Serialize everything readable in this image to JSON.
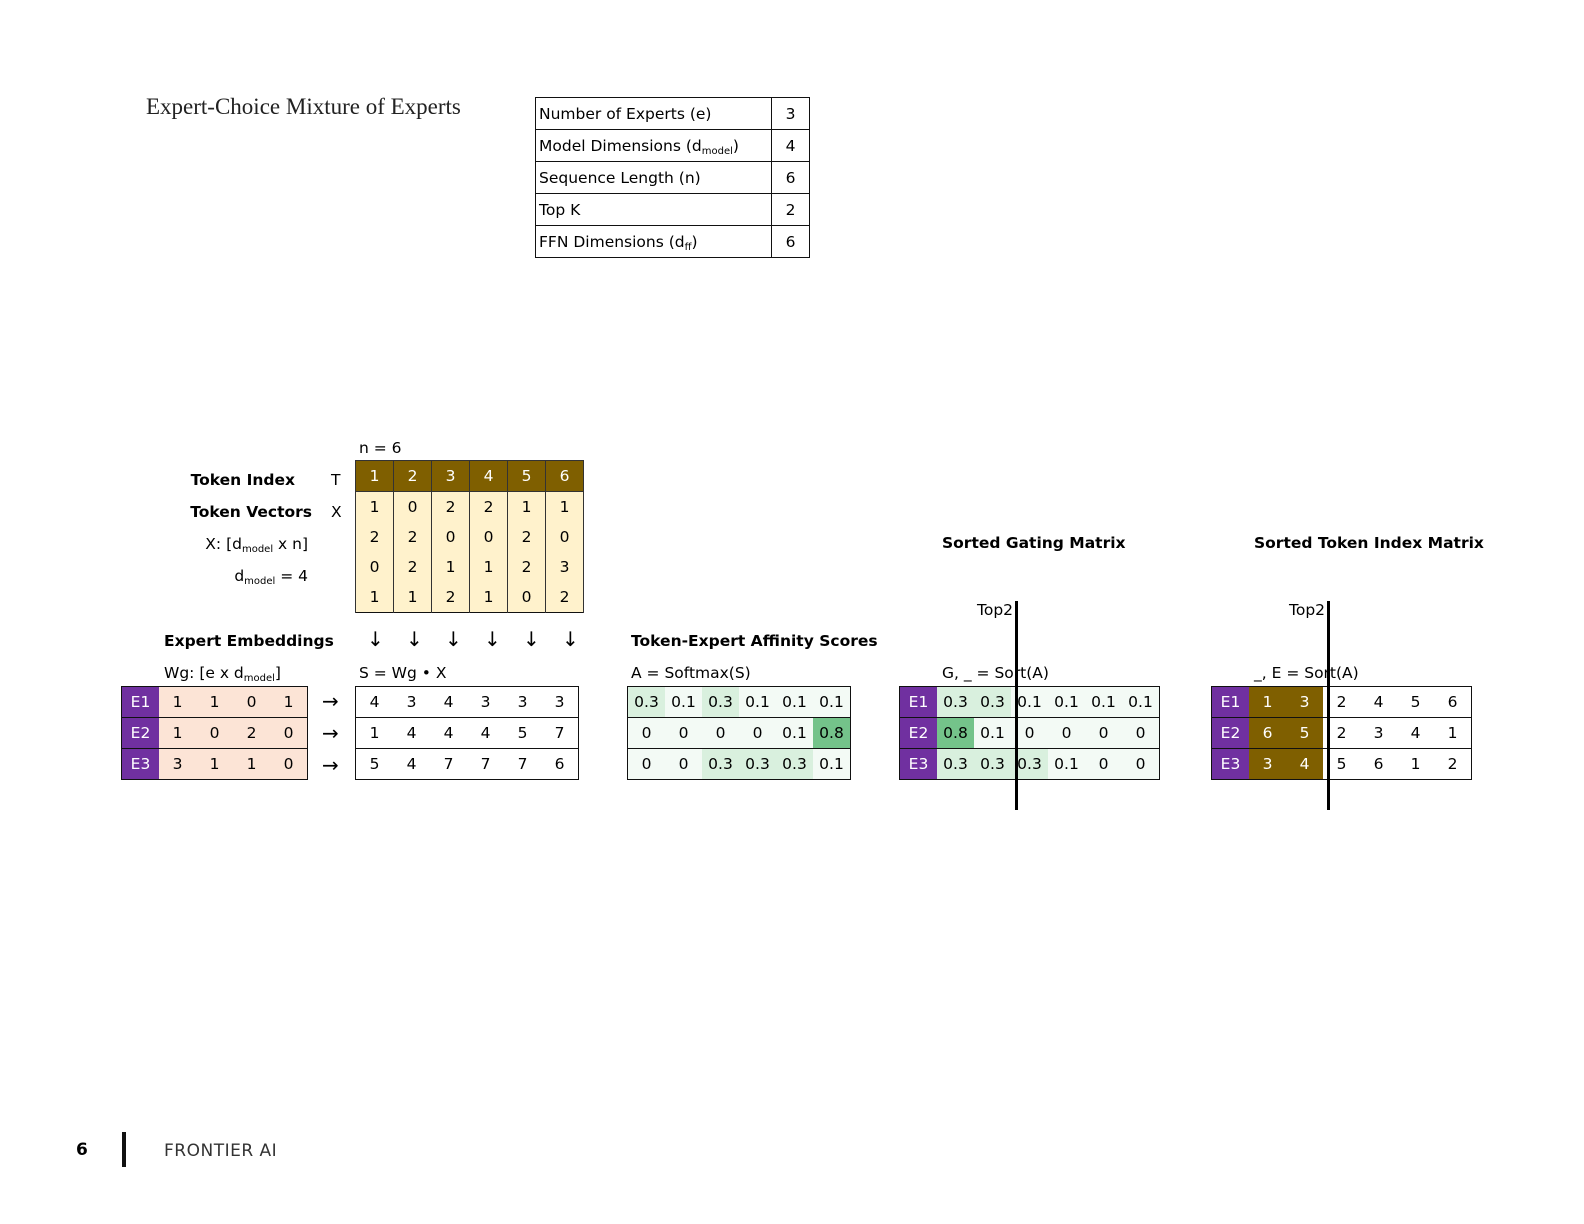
{
  "title": "Expert-Choice Mixture of Experts",
  "params": [
    {
      "label": "Number of Experts (e)",
      "sub": "",
      "tail": "",
      "value": "3"
    },
    {
      "label": "Model Dimensions (d",
      "sub": "model",
      "tail": ")",
      "value": "4"
    },
    {
      "label": "Sequence Length (n)",
      "sub": "",
      "tail": "",
      "value": "6"
    },
    {
      "label": "Top K",
      "sub": "",
      "tail": "",
      "value": "2"
    },
    {
      "label": "FFN Dimensions (d",
      "sub": "ff",
      "tail": ")",
      "value": "6"
    }
  ],
  "labels": {
    "n": "n = 6",
    "token_index": "Token Index",
    "t": "T",
    "token_vectors": "Token Vectors",
    "x": "X",
    "x_shape_a": "X: [d",
    "x_shape_sub": "model",
    "x_shape_b": " x n]",
    "dmodel_a": "d",
    "dmodel_sub": "model",
    "dmodel_b": " = 4",
    "expert_embeddings": "Expert Embeddings",
    "wg_a": "Wg: [e x d",
    "wg_sub": "model",
    "wg_b": "]",
    "s_formula": "S = Wg • X",
    "affinity_title": "Token-Expert Affinity Scores",
    "a_formula": "A = Softmax(S)",
    "sorted_gating_title": "Sorted Gating Matrix",
    "g_formula": "G, _ = Sort(A)",
    "top2_g": "Top2",
    "sorted_index_title": "Sorted Token Index Matrix",
    "e_formula": "_, E = Sort(A)",
    "top2_e": "Top2",
    "arrow_down": "↓",
    "arrow_right": "→"
  },
  "experts": [
    "E1",
    "E2",
    "E3"
  ],
  "token_index": [
    "1",
    "2",
    "3",
    "4",
    "5",
    "6"
  ],
  "X": [
    [
      "1",
      "0",
      "2",
      "2",
      "1",
      "1"
    ],
    [
      "2",
      "2",
      "0",
      "0",
      "2",
      "0"
    ],
    [
      "0",
      "2",
      "1",
      "1",
      "2",
      "3"
    ],
    [
      "1",
      "1",
      "2",
      "1",
      "0",
      "2"
    ]
  ],
  "Wg": [
    [
      "1",
      "1",
      "0",
      "1"
    ],
    [
      "1",
      "0",
      "2",
      "0"
    ],
    [
      "3",
      "1",
      "1",
      "0"
    ]
  ],
  "S": [
    [
      "4",
      "3",
      "4",
      "3",
      "3",
      "3"
    ],
    [
      "1",
      "4",
      "4",
      "4",
      "5",
      "7"
    ],
    [
      "5",
      "4",
      "7",
      "7",
      "7",
      "6"
    ]
  ],
  "A": [
    [
      "0.3",
      "0.1",
      "0.3",
      "0.1",
      "0.1",
      "0.1"
    ],
    [
      "0",
      "0",
      "0",
      "0",
      "0.1",
      "0.8"
    ],
    [
      "0",
      "0",
      "0.3",
      "0.3",
      "0.3",
      "0.1"
    ]
  ],
  "G": [
    [
      "0.3",
      "0.3",
      "0.1",
      "0.1",
      "0.1",
      "0.1"
    ],
    [
      "0.8",
      "0.1",
      "0",
      "0",
      "0",
      "0"
    ],
    [
      "0.3",
      "0.3",
      "0.3",
      "0.1",
      "0",
      "0"
    ]
  ],
  "E": [
    [
      "1",
      "3",
      "2",
      "4",
      "5",
      "6"
    ],
    [
      "6",
      "5",
      "2",
      "3",
      "4",
      "1"
    ],
    [
      "3",
      "4",
      "5",
      "6",
      "1",
      "2"
    ]
  ],
  "colors": {
    "expert": "#7030a0",
    "token_header": "#7f5f00",
    "token_body": "#fff2cc",
    "wg_body": "#fce4d6",
    "selected": "#7f5f00",
    "heat_low": "#f3faf5",
    "heat_mid": "#d9f0de",
    "heat_high": "#74c38a"
  },
  "footer": {
    "page": "6",
    "brand": "FRONTIER AI"
  }
}
